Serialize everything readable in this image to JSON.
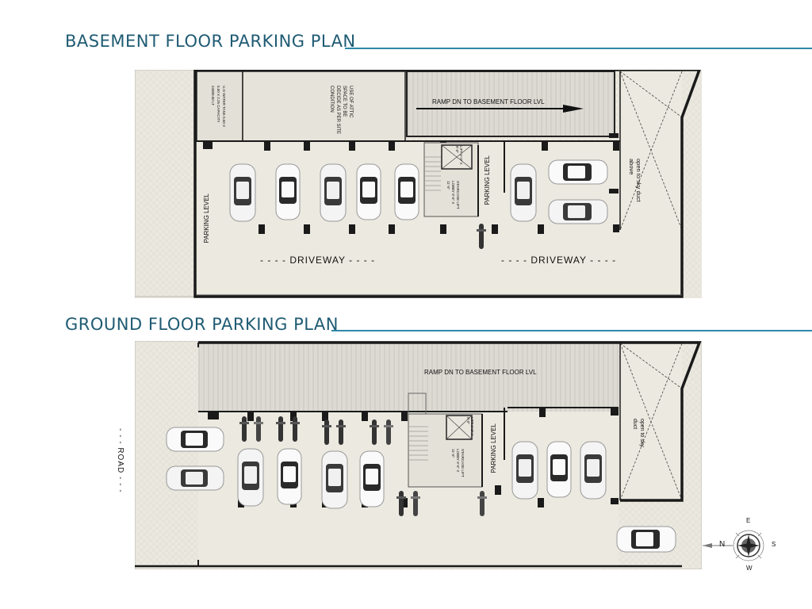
{
  "basement": {
    "title": "BASEMENT FLOOR PARKING PLAN",
    "ramp_label": "RAMP DN TO BASEMENT FLOOR LVL",
    "parking_level_left": "PARKING LEVEL",
    "parking_level_right": "PARKING LEVEL",
    "driveway_left": "- - - - DRIVEWAY - - - -",
    "driveway_right": "- - - - DRIVEWAY - - - -",
    "attic_note": "USE OF ATTIC SPACE TO BE DECIDE AS PER SITE CONDITION",
    "tank_note": "U.G WATER TANK 5.50 X 5.50 X 2.25 CAPACITY 24000.00 LT",
    "duct_note": "open to sky duct above",
    "lift_note": "LIFT 6'-0\" X 8'-0\"",
    "staircase_note": "STAIRCASE LIFT LOBBY 9'-6\" X 11'-6\""
  },
  "ground": {
    "title": "GROUND FLOOR PARKING PLAN",
    "ramp_label": "RAMP DN TO BASEMENT FLOOR LVL",
    "parking_level": "PARKING LEVEL",
    "road_label": "- - - ROAD - - -",
    "duct_note": "open to sky duct",
    "lift_note": "LIFT 6'-0\" X 8'-0\"",
    "staircase_note": "STAIRCASE LIFT LOBBY 9'-6\" X 11'-6\""
  },
  "compass": {
    "n": "N",
    "e": "E",
    "s": "S",
    "w": "W"
  },
  "colors": {
    "title": "#1f5b73",
    "rule": "#2f89a8",
    "floor": "#ebe8df",
    "wall": "#1a1a1a",
    "ramp": "#d8d6cf"
  }
}
